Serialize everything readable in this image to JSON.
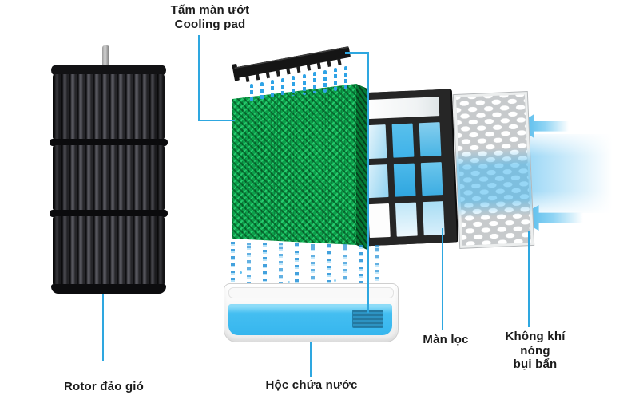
{
  "labels": {
    "cooling_pad_vi": "Tấm màn ướt",
    "cooling_pad_en": "Cooling pad",
    "rotor": "Rotor đảo gió",
    "water_tank": "Hộc chứa nước",
    "filter": "Màn lọc",
    "hot_air_line1": "Không khí",
    "hot_air_line2": "nóng",
    "hot_air_line3": "bụi bẩn"
  },
  "colors": {
    "leader_line": "#2ea7e0",
    "pipe_blue": "#2ea7e0",
    "water_blue": "#41bdf0",
    "pump_blue": "#2d93c2",
    "pad_green": "#0ca04a",
    "pad_side_green": "#067a35",
    "frame_black": "#262626",
    "rotor_black": "#1a1a1c",
    "panel_gray": "#c7cacc",
    "arrow_blue": "#3fb2e9",
    "label_text": "#1b1b1b",
    "background": "#ffffff"
  },
  "parts": {
    "rotor": "rotor drum",
    "cooling_pad": "cooling pad block",
    "spray_bar": "water distribution bar",
    "water_tank": "water basin",
    "water_pump": "pump",
    "water_pipe": "circulation pipe",
    "filter_frame": "grid filter",
    "perforated_panel": "dust filter panel",
    "airflow": "hot air intake arrows"
  }
}
